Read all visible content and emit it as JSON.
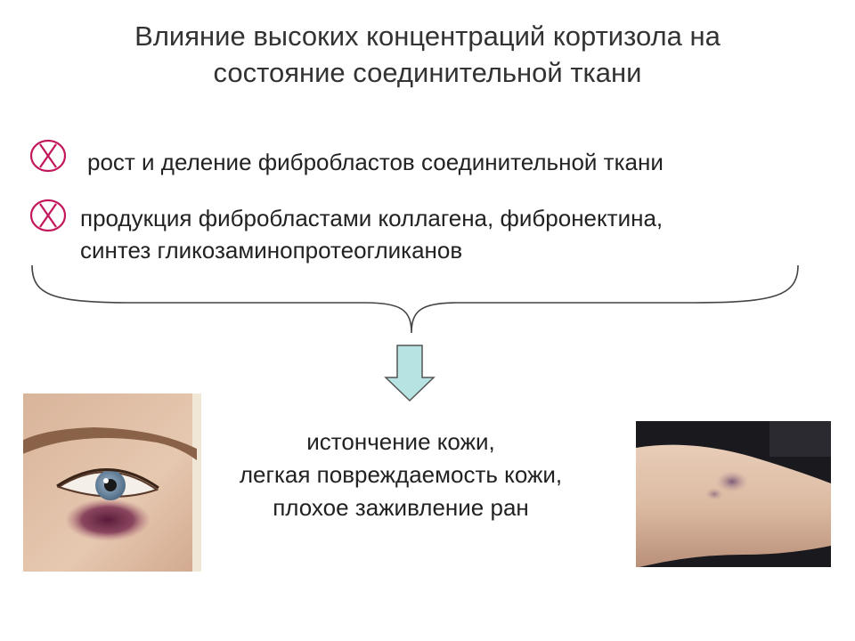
{
  "slide": {
    "title_lines": [
      "Влияние высоких концентраций кортизола на",
      "состояние соединительной ткани"
    ],
    "items": [
      {
        "icon": "circle-x-icon",
        "lines": [
          "рост и деление фибробластов соединительной ткани"
        ]
      },
      {
        "icon": "circle-x-icon",
        "lines": [
          "продукция фибробластами коллагена, фибронектина,",
          "синтез гликозаминопротеогликанов"
        ]
      }
    ],
    "result_lines": [
      "истончение кожи,",
      "легкая повреждаемость кожи,",
      "плохое заживление ран"
    ]
  },
  "colors": {
    "icon": "#c2185b",
    "arrow_fill": "#b7e3e3",
    "arrow_stroke": "#555555",
    "brace": "#444444"
  }
}
